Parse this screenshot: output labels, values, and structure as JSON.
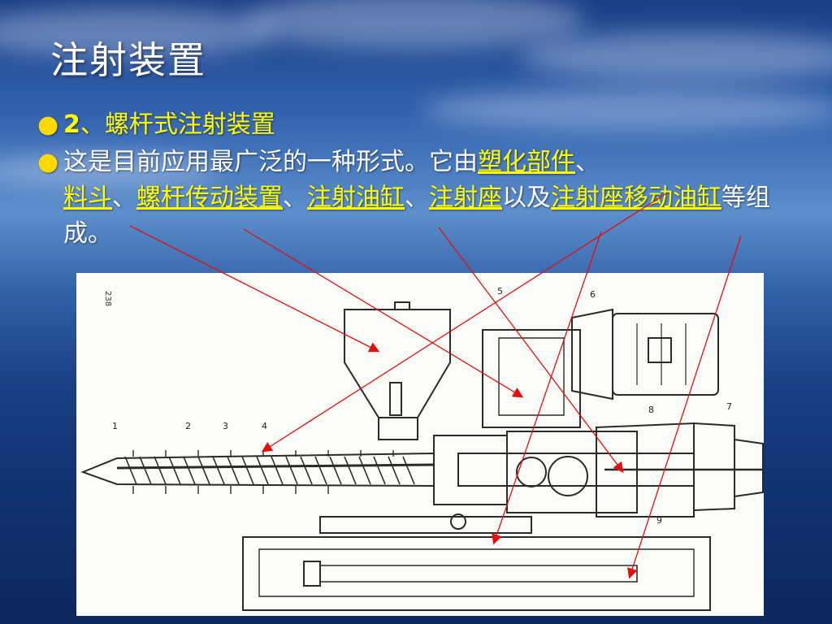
{
  "slide": {
    "title": "注射装置",
    "bullet1": {
      "number": "2",
      "sep": "、",
      "text": "螺杆式注射装置"
    },
    "bullet2": {
      "intro": "这是目前应用最广泛的一种形式。它由",
      "items": [
        "塑化部件",
        "料斗",
        "螺杆传动装置",
        "注射油缸",
        "注射座",
        "注射座移动油缸"
      ],
      "sep": "、",
      "and": "以及",
      "tail": "等组成。"
    }
  },
  "diagram": {
    "labels": [
      "1",
      "2",
      "3",
      "4",
      "5",
      "6",
      "7",
      "8",
      "9"
    ],
    "side_code": "238",
    "arrow_color": "#e01010"
  },
  "colors": {
    "highlight": "#ffff00",
    "bullet": "#ffd800",
    "text": "#ffffff"
  }
}
